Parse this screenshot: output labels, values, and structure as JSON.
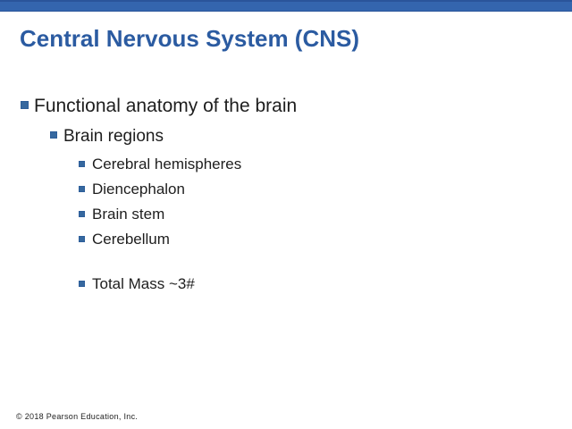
{
  "slide": {
    "title": "Central Nervous System (CNS)",
    "bullets": [
      {
        "level": 1,
        "text": "Functional anatomy of the brain"
      },
      {
        "level": 2,
        "text": "Brain regions"
      },
      {
        "level": 3,
        "text": "Cerebral hemispheres"
      },
      {
        "level": 3,
        "text": "Diencephalon"
      },
      {
        "level": 3,
        "text": "Brain stem"
      },
      {
        "level": 3,
        "text": "Cerebellum"
      },
      {
        "level": 3,
        "text": "Total Mass ~3#",
        "spacer_before": true
      }
    ],
    "footer": "© 2018 Pearson Education, Inc.",
    "colors": {
      "accent_bar": "#3465AE",
      "accent_bar_dark": "#2A549A",
      "title_color": "#2B5BA1",
      "bullet_color": "#36689F",
      "bullet_border": "#2D5E9A",
      "text_color": "#1e1e1e"
    }
  }
}
